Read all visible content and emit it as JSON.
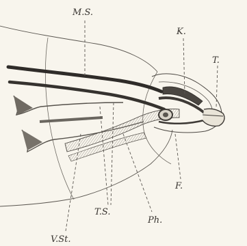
{
  "figure": {
    "labels": {
      "ms": "M.S.",
      "k": "K.",
      "t": "T.",
      "f": "F.",
      "ts": "T.S.",
      "ph": "Ph.",
      "vst": "V.St."
    }
  }
}
